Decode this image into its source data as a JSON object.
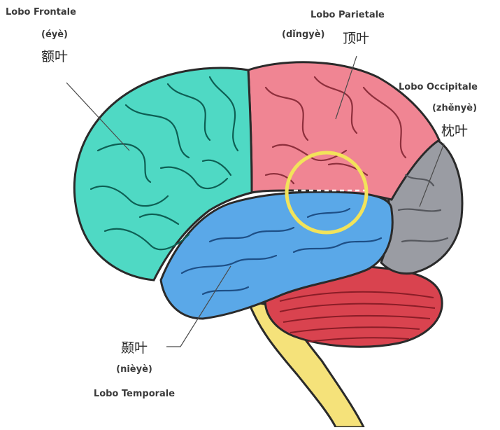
{
  "lobes": {
    "frontal": {
      "name": "Lobo Frontale",
      "pinyin": "(éyè)",
      "hanzi": "额叶",
      "color": "#4fd9c4"
    },
    "parietal": {
      "name": "Lobo Parietale",
      "pinyin": "(dǐngyè)",
      "hanzi": "顶叶",
      "color": "#f08593"
    },
    "occipital": {
      "name": "Lobo Occipitale",
      "pinyin": "(zhěnyè)",
      "hanzi": "枕叶",
      "color": "#9a9ca3"
    },
    "temporal": {
      "name": "Lobo Temporale",
      "pinyin": "(nièyè)",
      "hanzi": "颞叶",
      "color": "#5aa8e8"
    }
  },
  "cerebellum_color": "#d9434f",
  "brainstem_color": "#f5e27a",
  "highlight_circle_color": "#f2e35a"
}
